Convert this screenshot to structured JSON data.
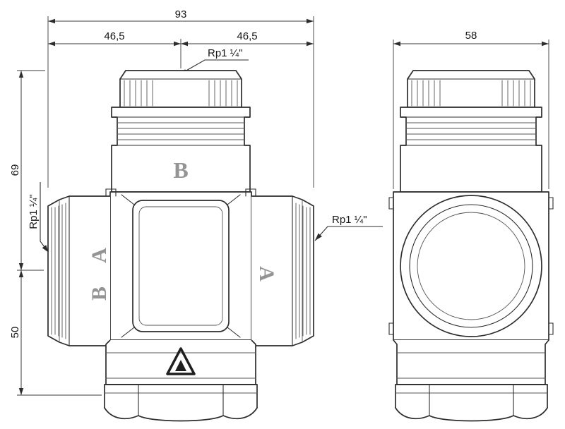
{
  "front_view": {
    "dim_total_width": "93",
    "dim_half_width_left": "46,5",
    "dim_half_width_right": "46,5",
    "dim_height_upper": "69",
    "dim_height_lower": "50",
    "thread_label_top": "Rp1 ¼\"",
    "thread_label_left": "Rp1 ¼\"",
    "thread_label_right": "Rp1 ¼\"",
    "cast_letter_top": "B",
    "cast_letter_left_upper": "A",
    "cast_letter_left_lower": "B",
    "cast_letter_right": "A"
  },
  "side_view": {
    "dim_width": "58"
  },
  "style": {
    "ink": "#2d2d2d",
    "dimension_ink": "#3a3a3a",
    "cast_letter_color": "#949494",
    "background": "#ffffff"
  }
}
